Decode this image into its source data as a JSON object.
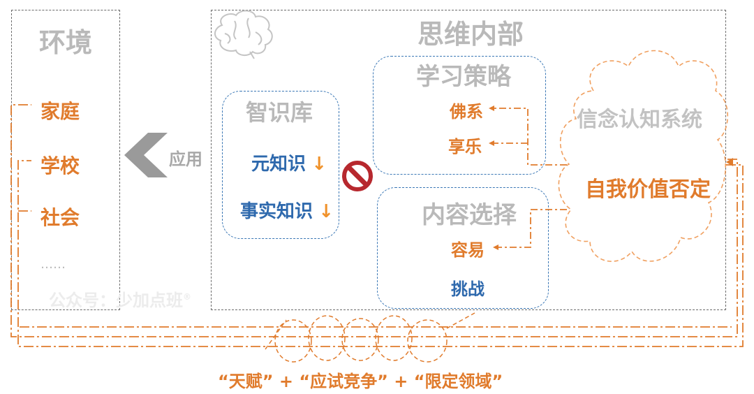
{
  "environment": {
    "title": "环境",
    "items": [
      "家庭",
      "学校",
      "社会"
    ],
    "ellipsis": "……",
    "watermark": "公众号：少加点班"
  },
  "apply_label": "应用",
  "mind": {
    "title": "思维内部",
    "brain_icon": "brain-icon",
    "knowledge_base": {
      "title": "智识库",
      "items": [
        {
          "label": "元知识",
          "trend": "↓"
        },
        {
          "label": "事实知识",
          "trend": "↓"
        }
      ]
    },
    "blocked_icon": "no-entry-icon",
    "learning_strategy": {
      "title": "学习策略",
      "items": [
        "佛系",
        "享乐"
      ]
    },
    "content_choice": {
      "title": "内容选择",
      "items": [
        "容易",
        "挑战"
      ]
    },
    "belief_system": {
      "title": "信念认知系统",
      "core": "自我价值否定"
    }
  },
  "bottom_formula": "“天赋” + “应试竞争” + “限定领域”",
  "colors": {
    "orange": "#e07b2c",
    "blue": "#2e69ad",
    "gray": "#b9b9b9",
    "red": "#b7282e"
  }
}
